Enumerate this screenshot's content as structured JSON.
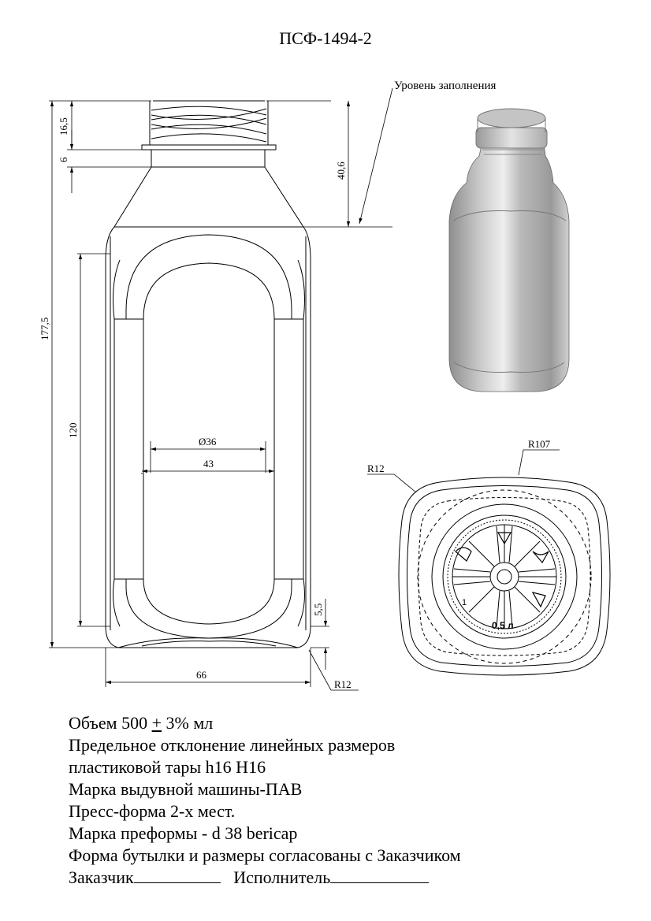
{
  "title": "ПСФ-1494-2",
  "fill_level_label": "Уровень заполнения",
  "dimensions": {
    "neck_h": "16,5",
    "ring_h": "6",
    "fill_depth": "40,6",
    "total_h": "177,5",
    "panel_h": "120",
    "inner_d": "Ø36",
    "inner_w": "43",
    "base_h": "5,5",
    "width": "66",
    "radius_base": "R12",
    "radius_top": "R12",
    "radius_face": "R107"
  },
  "base_marks": {
    "volume": "0,5 л",
    "cavity": "1"
  },
  "notes": {
    "volume_prefix": "Объем 500 ",
    "volume_pm": "+",
    "volume_suffix": " 3% мл",
    "line2": "Предельное отклонение линейных размеров",
    "line3": "пластиковой тары h16 H16",
    "line4": "Марка выдувной машины-ПАВ",
    "line5": "Пресс-форма 2-х мест.",
    "line6": "Марка преформы - d 38 bericap",
    "line7": "Форма бутылки и размеры согласованы с Заказчиком",
    "customer": "Заказчик",
    "executor": "Исполнитель"
  }
}
